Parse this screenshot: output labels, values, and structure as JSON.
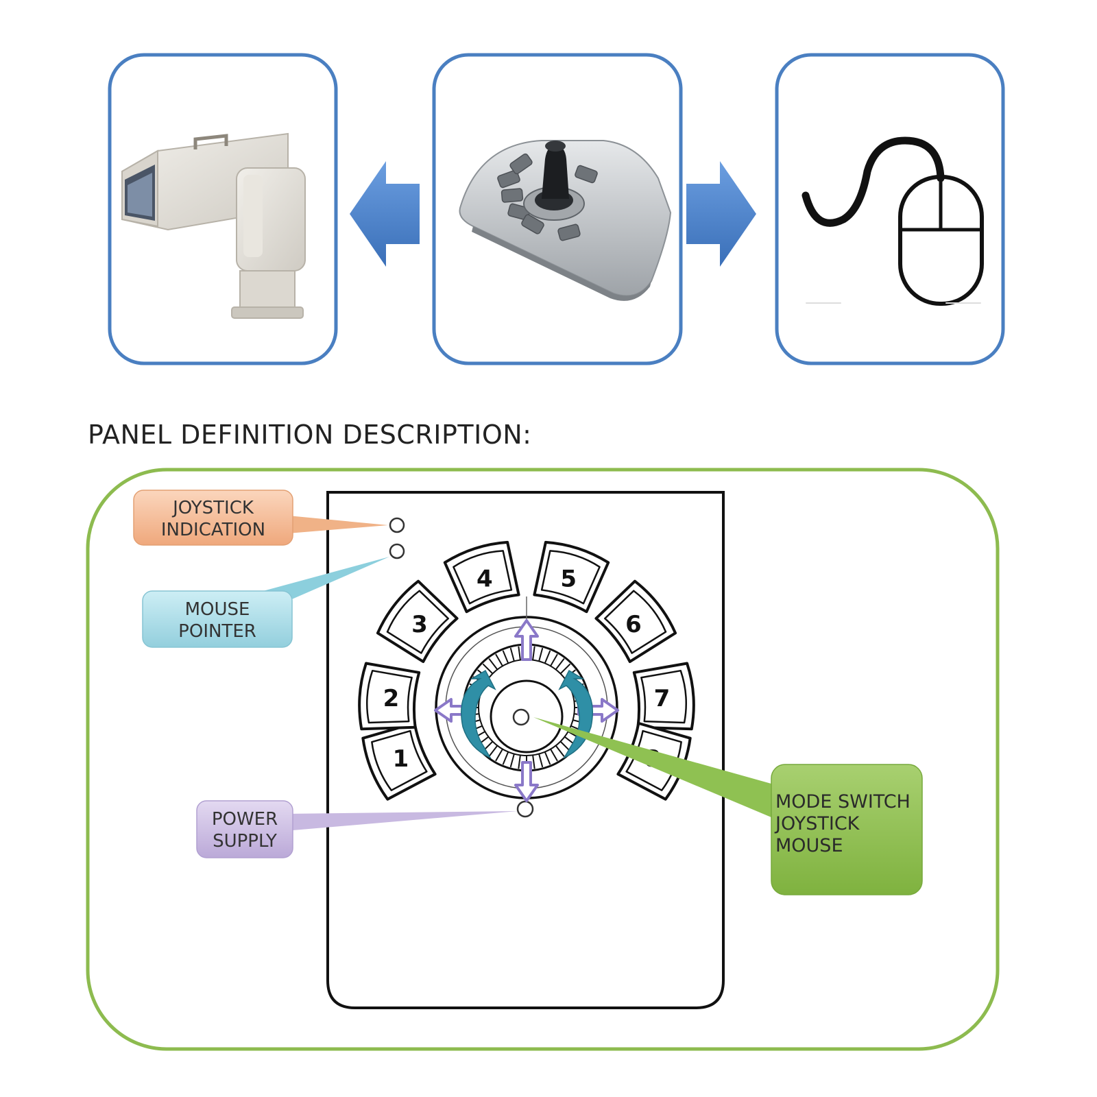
{
  "section_heading": "PANEL DEFINITION DESCRIPTION:",
  "buttons": [
    "1",
    "2",
    "3",
    "4",
    "5",
    "6",
    "7",
    "8"
  ],
  "callouts": {
    "joystick_indication": [
      "JOYSTICK",
      "INDICATION"
    ],
    "mouse_pointer": [
      "MOUSE",
      "POINTER"
    ],
    "power_supply": [
      "POWER",
      "SUPPLY"
    ],
    "mode_switch": [
      "MODE SWITCH",
      "JOYSTICK",
      "MOUSE"
    ]
  },
  "icons": {
    "camera": "ptz-camera-icon",
    "controller": "joystick-controller-icon",
    "mouse": "mouse-icon"
  },
  "colors": {
    "frame_blue": "#4a7fc1",
    "arrow_blue": "#4f86cc",
    "panel_green": "#8dbb4f",
    "callout_orange": "#f4bd98",
    "callout_blue": "#a9dbe6",
    "callout_purple": "#cdbfe3",
    "callout_green": "#8fc152",
    "direction_arrow": "#8a78c8",
    "rotate_arrow": "#2f8fa6"
  }
}
